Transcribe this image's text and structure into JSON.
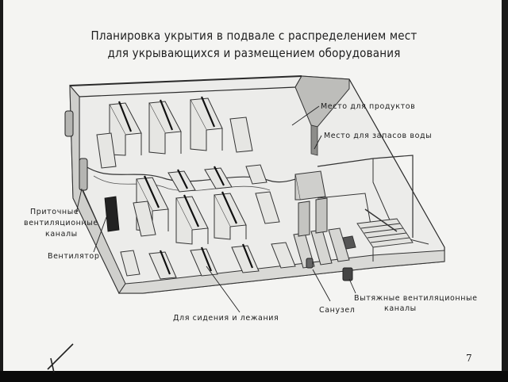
{
  "title_line1": "Планировка укрытия в подвале с распределением мест",
  "title_line2": "для укрывающихся и размещением оборудования",
  "labels": {
    "food": "Место для продуктов",
    "water": "Место для запасов воды",
    "intake_line1": "Приточные",
    "intake_line2": "вентиляционные",
    "intake_line3": "каналы",
    "fan": "Вентилятор",
    "seating": "Для сидения и лежания",
    "toilet": "Санузел",
    "exhaust_line1": "Вытяжные вентиляционные",
    "exhaust_line2": "каналы"
  },
  "page_number": "7"
}
